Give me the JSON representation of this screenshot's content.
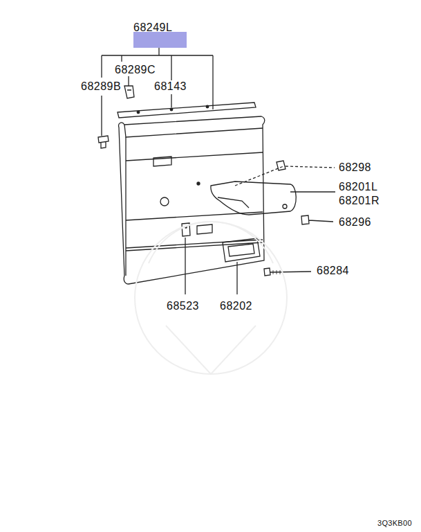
{
  "diagram": {
    "nodes": [
      {
        "text": [
          "68249L"
        ]
      }
    ],
    "labels": [
      "68289C",
      "68289B",
      "68143",
      "68298",
      "68201L",
      "68201R",
      "68296",
      "68284",
      "68523",
      "68202",
      "3Q3KB00"
    ]
  }
}
